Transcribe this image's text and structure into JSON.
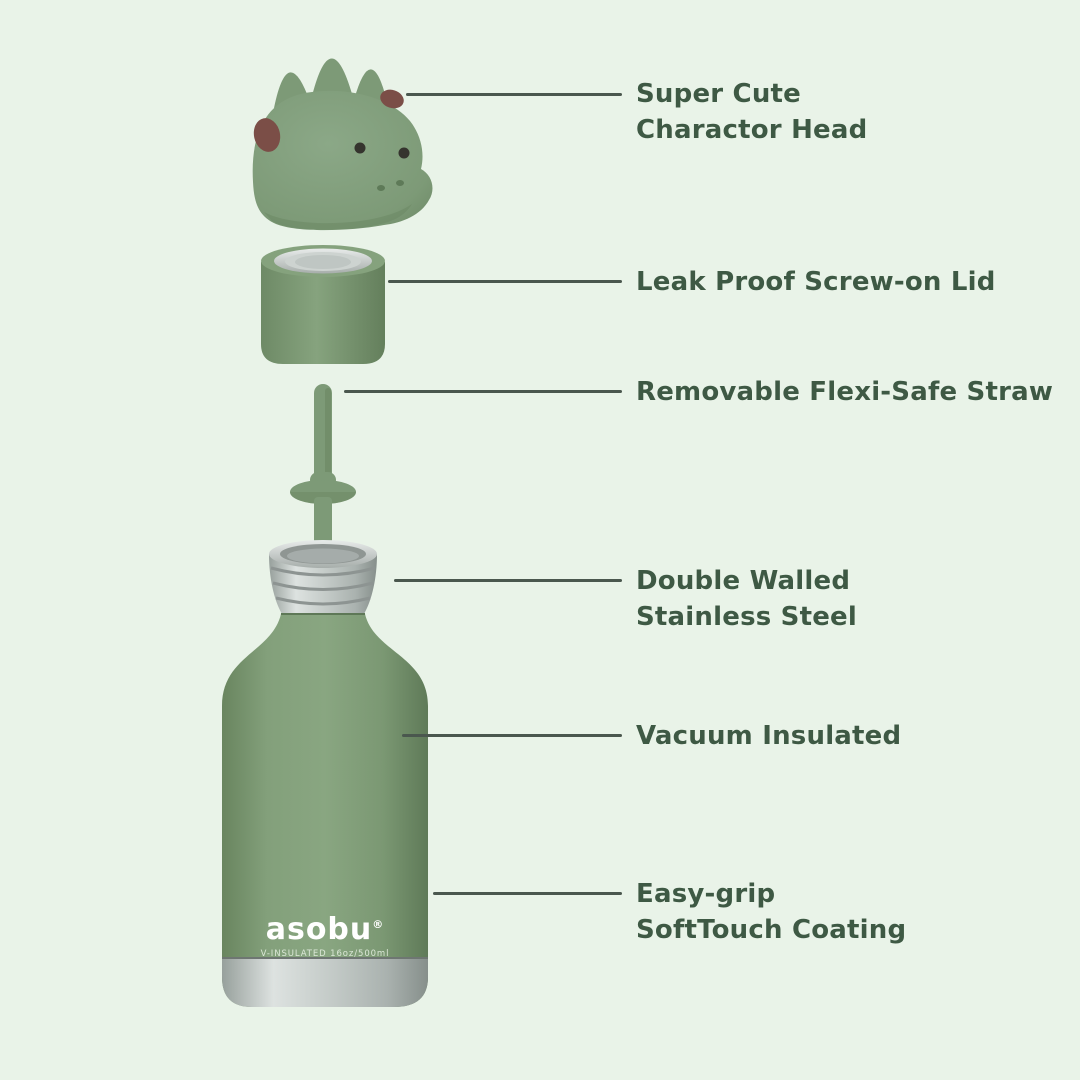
{
  "page": {
    "background_color": "#e9f3e8",
    "label_color": "#3e5944",
    "leader_line_color": "#4a574e"
  },
  "product": {
    "brand": "asobu",
    "brand_mark": "®",
    "sub_label": "V-INSULATED  16oz/500ml"
  },
  "callouts": [
    {
      "part": "character-head",
      "lines": [
        "Super Cute",
        "Charactor Head"
      ]
    },
    {
      "part": "screw-on-lid",
      "lines": [
        "Leak Proof Screw-on Lid"
      ]
    },
    {
      "part": "flexi-safe-straw",
      "lines": [
        "Removable Flexi-Safe Straw"
      ]
    },
    {
      "part": "stainless-steel-wall",
      "lines": [
        "Double Walled",
        "Stainless Steel"
      ]
    },
    {
      "part": "vacuum-insulation",
      "lines": [
        "Vacuum Insulated"
      ]
    },
    {
      "part": "softtouch-coating",
      "lines": [
        "Easy-grip",
        "SoftTouch Coating"
      ]
    }
  ],
  "illustration": {
    "parts": [
      "dino-head",
      "screw-lid",
      "flexi-straw",
      "steel-neck",
      "bottle-body",
      "steel-base"
    ],
    "colors": {
      "bottle_green": "#7d9a77",
      "bottle_green_dark": "#66825f",
      "bottle_green_light": "#8aa682",
      "steel_light": "#dde2e0",
      "steel_dark": "#868f8b",
      "spot_maroon": "#7b4e47",
      "eye_dark": "#35342e"
    }
  }
}
